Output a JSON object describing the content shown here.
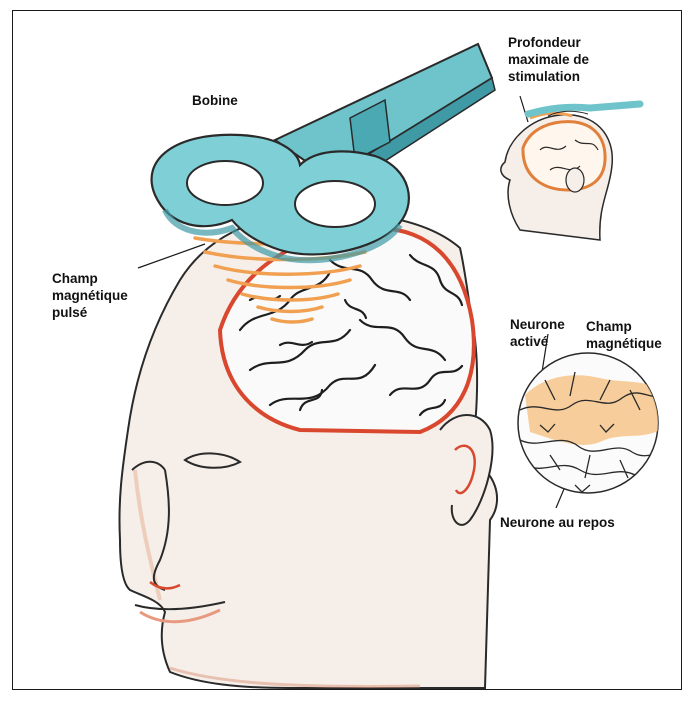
{
  "labels": {
    "coil": "Bobine",
    "max_depth": "Profondeur\nmaximale de\nstimulation",
    "pulsed_field": "Champ\nmagnétique\npulsé",
    "activated_neuron": "Neurone\nactivé",
    "magnetic_field": "Champ\nmagnétique",
    "resting_neuron": "Neurone au repos"
  },
  "colors": {
    "coil": "#6fc4cc",
    "field": "#f0a050",
    "skin_outline": "#2a2a2a",
    "cortex_edge": "#d9482e",
    "skin_shade": "#f3d6c6"
  }
}
